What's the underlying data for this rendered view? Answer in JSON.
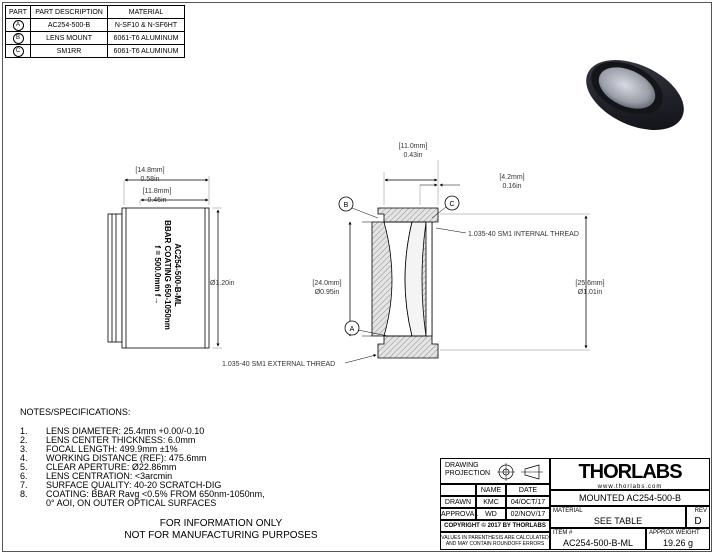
{
  "parts_table": {
    "headers": [
      "PART",
      "PART DESCRIPTION",
      "MATERIAL"
    ],
    "rows": [
      {
        "part": "A",
        "description": "AC254-500-B",
        "material": "N-SF10 & N-SF6HT"
      },
      {
        "part": "B",
        "description": "LENS MOUNT",
        "material": "6061-T6 ALUMINUM"
      },
      {
        "part": "C",
        "description": "SM1RR",
        "material": "6061-T6 ALUMINUM"
      }
    ]
  },
  "side_view": {
    "dim_top_mm": "[14.8mm]",
    "dim_top_in": "0.58in",
    "dim_mid_mm": "[11.8mm]",
    "dim_mid_in": "0.46in",
    "dim_dia": "Ø1.20in",
    "engraving": [
      "AC254-500-B-ML",
      "BBAR COATING 650-1050nm",
      "f = 500.0mm f→"
    ]
  },
  "section_view": {
    "dim_top_mm": "[11.0mm]",
    "dim_top_in": "0.43in",
    "dim_right_mm": "[4.2mm]",
    "dim_right_in": "0.16in",
    "dim_left_mm": "[24.0mm]",
    "dim_left_in": "Ø0.95in",
    "dim_rdia_mm": "[25.6mm]",
    "dim_rdia_in": "Ø1.01in",
    "callout_internal": "1.035-40 SM1 INTERNAL THREAD",
    "callout_external": "1.035-40 SM1 EXTERNAL THREAD",
    "balloons": [
      "A",
      "B",
      "C"
    ]
  },
  "notes": {
    "heading": "NOTES/SPECIFICATIONS:",
    "items": [
      {
        "n": "1.",
        "text": "LENS DIAMETER: 25.4mm +0.00/-0.10"
      },
      {
        "n": "2.",
        "text": "LENS CENTER THICKNESS: 6.0mm"
      },
      {
        "n": "3.",
        "text": "FOCAL LENGTH: 499.9mm ±1%"
      },
      {
        "n": "4.",
        "text": "WORKING DISTANCE (REF): 475.6mm"
      },
      {
        "n": "5.",
        "text": "CLEAR APERTURE: Ø22.86mm"
      },
      {
        "n": "6.",
        "text": "LENS CENTRATION: <3arcmin"
      },
      {
        "n": "7.",
        "text": "SURFACE QUALITY: 40-20 SCRATCH-DIG"
      },
      {
        "n": "8.",
        "text": "COATING: BBAR Ravg <0.5% FROM 650nm-1050nm,"
      },
      {
        "n": "",
        "text": "0° AOI, ON OUTER OPTICAL SURFACES"
      }
    ]
  },
  "disclaimer": {
    "line1": "FOR INFORMATION ONLY",
    "line2": "NOT FOR MANUFACTURING PURPOSES"
  },
  "title_block": {
    "drawing_projection": "DRAWING\nPROJECTION",
    "col_name": "NAME",
    "col_date": "DATE",
    "drawn_label": "DRAWN",
    "drawn_name": "KMC",
    "drawn_date": "04/OCT/17",
    "approval_label": "APPROVAL",
    "approval_name": "WD",
    "approval_date": "02/NOV/17",
    "copyright": "COPYRIGHT © 2017 BY THORLABS",
    "values_note": "VALUES IN PARENTHESIS ARE CALCULATED\nAND MAY CONTAIN ROUNDOFF ERRORS",
    "logo": "THORLABS",
    "website": "www.thorlabs.com",
    "title": "MOUNTED AC254-500-B",
    "material_label": "MATERIAL",
    "material_value": "SEE TABLE",
    "rev_label": "REV",
    "rev_value": "D",
    "item_label": "ITEM #",
    "item_value": "AC254-500-B-ML",
    "weight_label": "APPROX WEIGHT",
    "weight_value": "19.26 g"
  },
  "colors": {
    "line": "#000000",
    "dim": "#444444",
    "section_fill": "#cfcfcf"
  }
}
